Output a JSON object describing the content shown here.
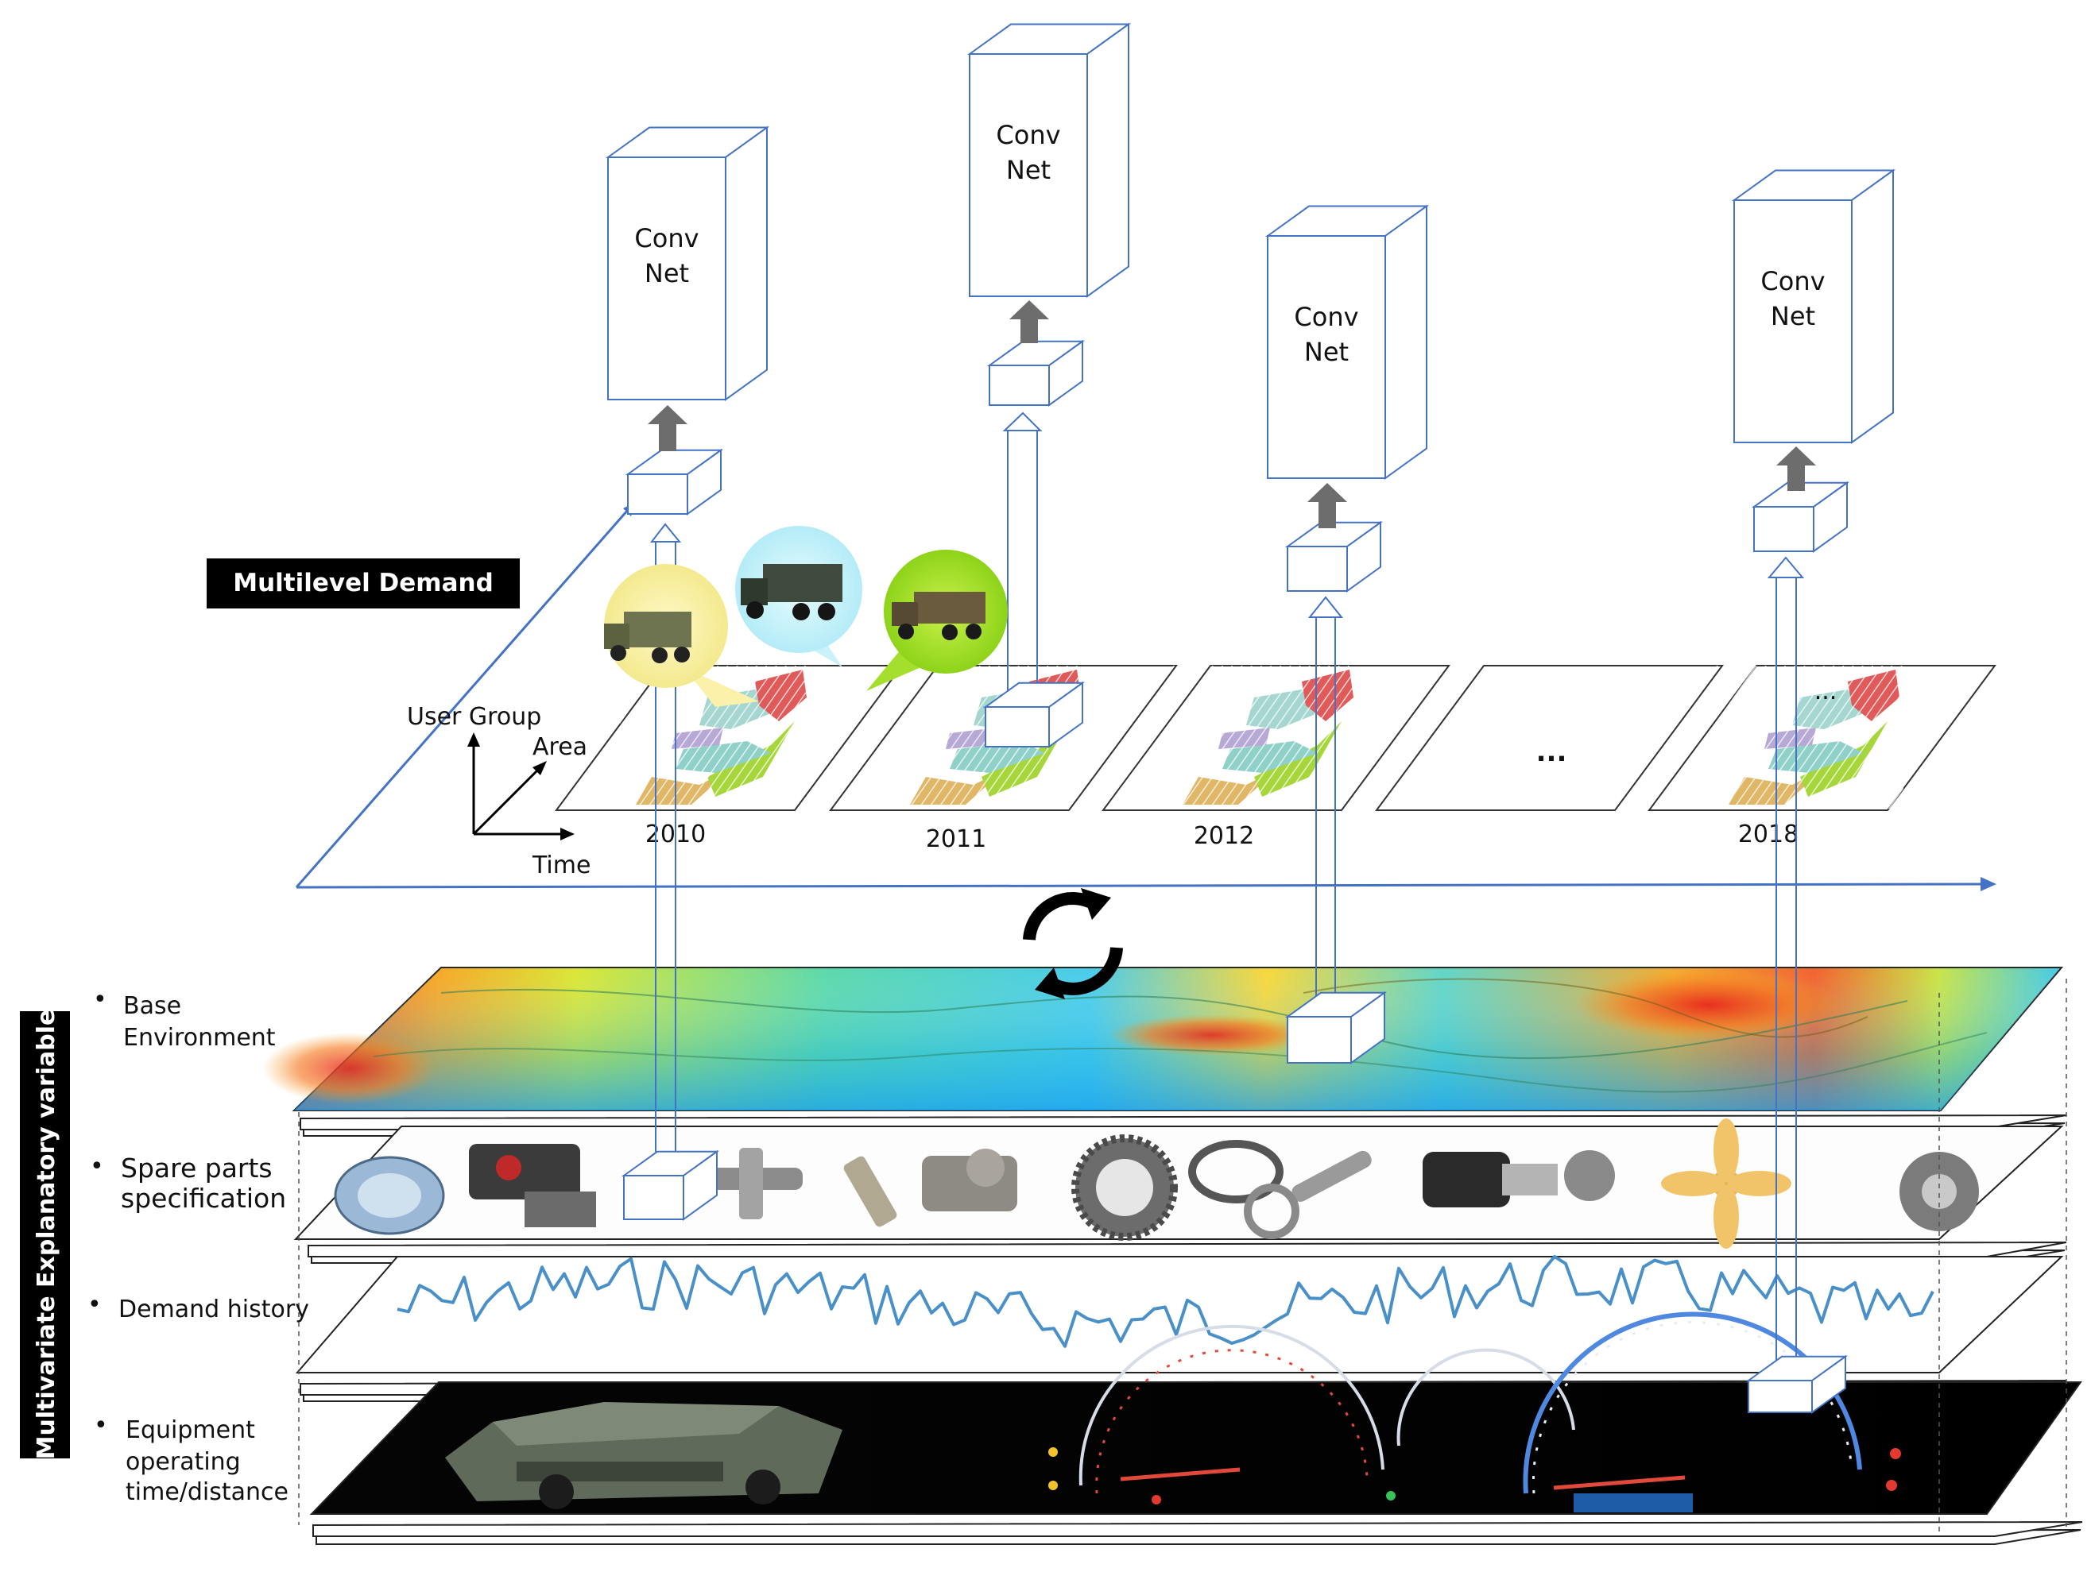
{
  "convnets": [
    {
      "line1": "Conv",
      "line2": "Net"
    },
    {
      "line1": "Conv",
      "line2": "Net"
    },
    {
      "line1": "Conv",
      "line2": "Net"
    },
    {
      "line1": "Conv",
      "line2": "Net"
    }
  ],
  "multilevel_label": "Multilevel Demand",
  "axes": {
    "user_group": "User Group",
    "area": "Area",
    "time": "Time"
  },
  "years": [
    "2010",
    "2011",
    "2012",
    "2018"
  ],
  "ellipsis": "...",
  "side_label": "Multivariate Explanatory variable",
  "layers": [
    {
      "line1": "Base",
      "line2": "Environment",
      "line3": ""
    },
    {
      "line1": "Spare parts",
      "line2": "specification",
      "line3": ""
    },
    {
      "line1": "Demand history",
      "line2": "",
      "line3": ""
    },
    {
      "line1": "Equipment",
      "line2": "operating",
      "line3": "time/distance"
    }
  ],
  "bullet": "•",
  "colors": {
    "line_blue": "#4472c4",
    "arrow_gray": "#6d6d6d",
    "label_bg": "#000000",
    "demand_line": "#4a90c8"
  },
  "icons": [
    "truck-icon",
    "refresh-cycle-icon",
    "gear-icon",
    "speedometer-icon"
  ]
}
